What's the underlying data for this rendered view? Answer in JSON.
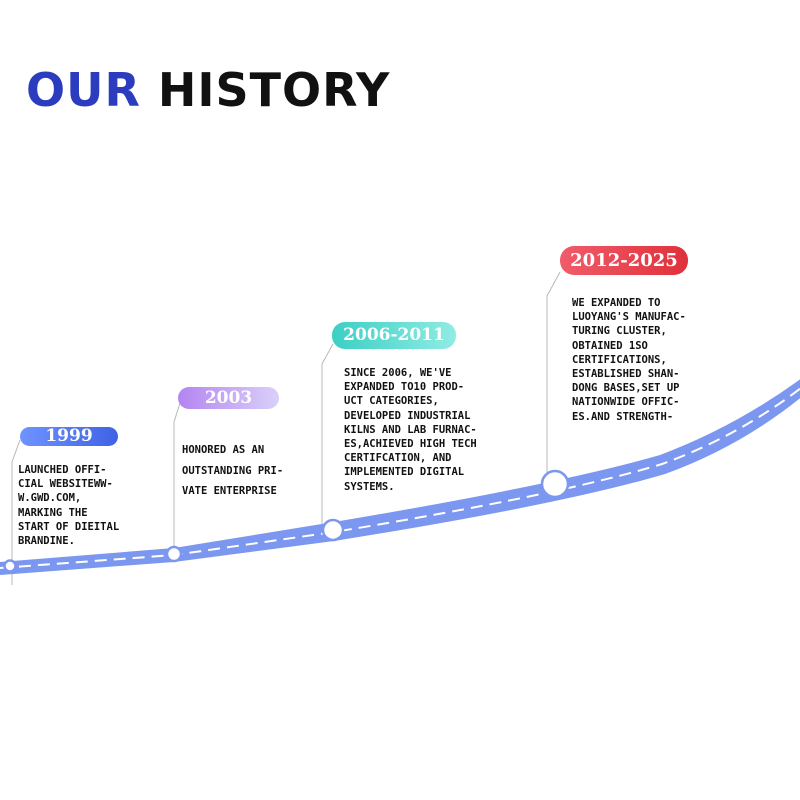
{
  "title": {
    "accent": "OUR",
    "main": "HISTORY"
  },
  "colors": {
    "title_accent": "#2c3cbf",
    "title_main": "#111111",
    "road": "#7b97ef",
    "badge_1999": "#4f72f0",
    "badge_2003": "#c0a0f4",
    "badge_2006_2011": "#4fd8cc",
    "badge_2012_2025": "#e8444f"
  },
  "milestones": [
    {
      "year": "1999",
      "text": "LAUNCHED OFFI-\nCIAL WEBSITEWW-\nW.GWD.COM,\nMARKING THE\nSTART OF DIEITAL\nBRANDINE."
    },
    {
      "year": "2003",
      "text": "HONORED AS AN\nOUTSTANDING PRI-\nVATE ENTERPRISE"
    },
    {
      "year": "2006-2011",
      "text": "SINCE 2006, WE'VE\nEXPANDED TO10 PROD-\nUCT CATEGORIES,\nDEVELOPED INDUSTRIAL\nKILNS AND LAB FURNAC-\nES,ACHIEVED HIGH TECH\nCERTIFCATION, AND\nIMPLEMENTED DIGITAL\nSYSTEMS."
    },
    {
      "year": "2012-2025",
      "text": "WE EXPANDED TO\nLUOYANG'S MANUFAC-\nTURING CLUSTER,\nOBTAINED 1SO\nCERTIFICATIONS,\nESTABLISHED SHAN-\nDONG BASES,SET UP\nNATIONWIDE OFFIC-\nES.AND STRENGTH-"
    }
  ]
}
